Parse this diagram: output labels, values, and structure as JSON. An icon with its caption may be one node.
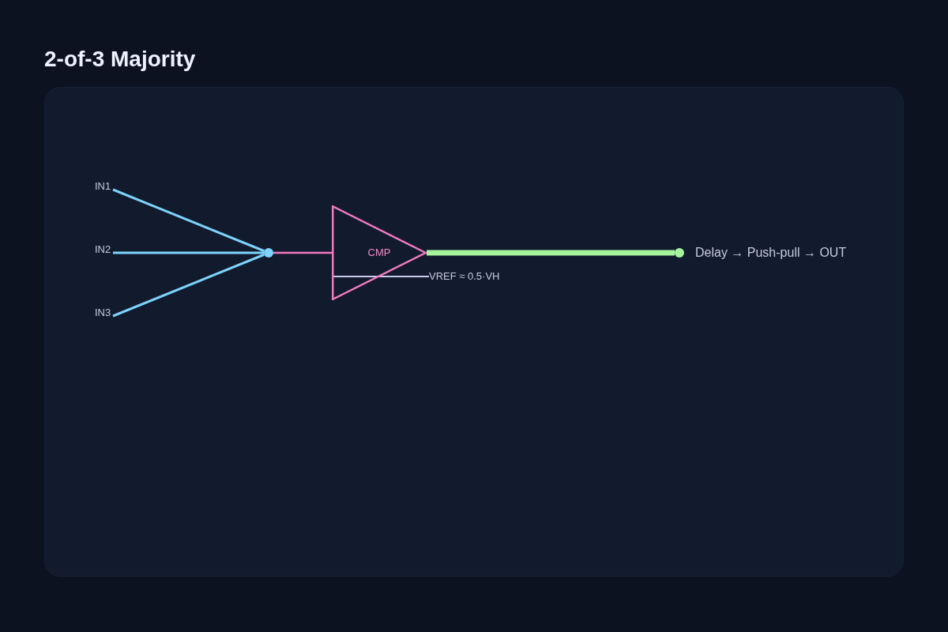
{
  "diagram": {
    "title": "2-of-3 Majority",
    "nodes": [
      {
        "text": [
          "IN1"
        ]
      },
      {
        "text": [
          "IN2"
        ]
      },
      {
        "text": [
          "IN3"
        ]
      },
      {
        "text": [],
        "shape": "circle"
      },
      {
        "text": [
          "CMP"
        ]
      },
      {
        "text": [],
        "shape": "circle",
        "beside": [
          "Delay → Push-pull → OUT"
        ]
      },
      {
        "text": [
          "VREF ≈ 0.5·VH"
        ]
      }
    ],
    "edges": [
      {
        "from": 0,
        "to": 3,
        "arrow": "none"
      },
      {
        "from": 1,
        "to": 3,
        "arrow": "none"
      },
      {
        "from": 2,
        "to": 3,
        "arrow": "none"
      },
      {
        "from": 3,
        "to": 4,
        "arrow": "none",
        "color": "#f07ac0"
      },
      {
        "from": 4,
        "to": 5,
        "arrow": "none",
        "style": "thick",
        "color": "#a6f59e"
      },
      {
        "from": 4,
        "to": 6,
        "arrow": "none",
        "color": "#c9cbea"
      }
    ]
  }
}
